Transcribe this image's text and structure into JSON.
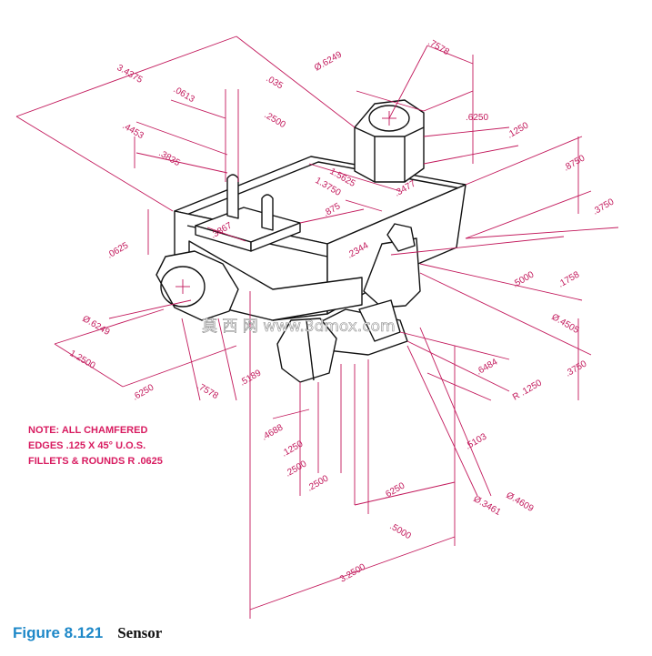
{
  "colors": {
    "dimension": "#c2185b",
    "outline": "#111111",
    "caption_number": "#1e88c8"
  },
  "note": {
    "line1": "NOTE: ALL CHAMFERED",
    "line2": "EDGES .125 X 45° U.O.S.",
    "line3": "FILLETS & ROUNDS R .0625"
  },
  "caption": {
    "number": "Figure 8.121",
    "title": "Sensor"
  },
  "watermark": {
    "text": "莫 西 网 www.3dmox.com"
  },
  "dimensions": [
    {
      "id": "d-3-4375",
      "text": "3.4375",
      "angle": 30
    },
    {
      "id": "d-0613",
      "text": ".0613",
      "angle": 30
    },
    {
      "id": "d-035",
      "text": ".035",
      "angle": 30
    },
    {
      "id": "d-2500-top",
      "text": ".2500",
      "angle": 30
    },
    {
      "id": "d-4453",
      "text": ".4453",
      "angle": 30
    },
    {
      "id": "d-3835",
      "text": ".3835",
      "angle": 30
    },
    {
      "id": "d-dia-6249-top",
      "text": "Ø.6249",
      "angle": -30
    },
    {
      "id": "d-7578-top",
      "text": ".7578",
      "angle": 30
    },
    {
      "id": "d-6250-top",
      "text": ".6250",
      "angle": 0
    },
    {
      "id": "d-1250-top",
      "text": ".1250",
      "angle": -30
    },
    {
      "id": "d-1-5625",
      "text": "1.5625",
      "angle": 30
    },
    {
      "id": "d-1-3750",
      "text": "1.3750",
      "angle": 30
    },
    {
      "id": "d-3477",
      "text": ".3477",
      "angle": -30
    },
    {
      "id": "d-8750",
      "text": ".8750",
      "angle": -30
    },
    {
      "id": "d-3750-right",
      "text": ".3750",
      "angle": -30
    },
    {
      "id": "d-3867",
      "text": ".3867",
      "angle": -30
    },
    {
      "id": "d-875",
      "text": ".875",
      "angle": -30
    },
    {
      "id": "d-0625-left",
      "text": ".0625",
      "angle": -30
    },
    {
      "id": "d-2344",
      "text": ".2344",
      "angle": -30
    },
    {
      "id": "d-5000-mid",
      "text": ".5000",
      "angle": -30
    },
    {
      "id": "d-1758",
      "text": ".1758",
      "angle": -30
    },
    {
      "id": "d-dia-4505",
      "text": "Ø.4505",
      "angle": 30
    },
    {
      "id": "d-dia-6249-left",
      "text": "Ø.6249",
      "angle": 30
    },
    {
      "id": "d-1-2500",
      "text": "1.2500",
      "angle": 30
    },
    {
      "id": "d-6250-left",
      "text": ".6250",
      "angle": -30
    },
    {
      "id": "d-7578-left",
      "text": ".7578",
      "angle": 30
    },
    {
      "id": "d-5189",
      "text": ".5189",
      "angle": -30
    },
    {
      "id": "d-6484",
      "text": ".6484",
      "angle": -30
    },
    {
      "id": "d-3750-lower",
      "text": ".3750",
      "angle": -30
    },
    {
      "id": "d-r-1250",
      "text": "R .1250",
      "angle": -30
    },
    {
      "id": "d-4688",
      "text": ".4688",
      "angle": -30
    },
    {
      "id": "d-1250-low",
      "text": ".1250",
      "angle": -30
    },
    {
      "id": "d-2500-low1",
      "text": ".2500",
      "angle": -30
    },
    {
      "id": "d-2500-low2",
      "text": ".2500",
      "angle": -30
    },
    {
      "id": "d-5103",
      "text": ".5103",
      "angle": -30
    },
    {
      "id": "d-6250-low",
      "text": ".6250",
      "angle": -30
    },
    {
      "id": "d-dia-3461",
      "text": "Ø.3461",
      "angle": 30
    },
    {
      "id": "d-dia-4609",
      "text": "Ø.4609",
      "angle": 30
    },
    {
      "id": "d-5000-low",
      "text": ".5000",
      "angle": 30
    },
    {
      "id": "d-3-2500",
      "text": "3.2500",
      "angle": -30
    }
  ]
}
